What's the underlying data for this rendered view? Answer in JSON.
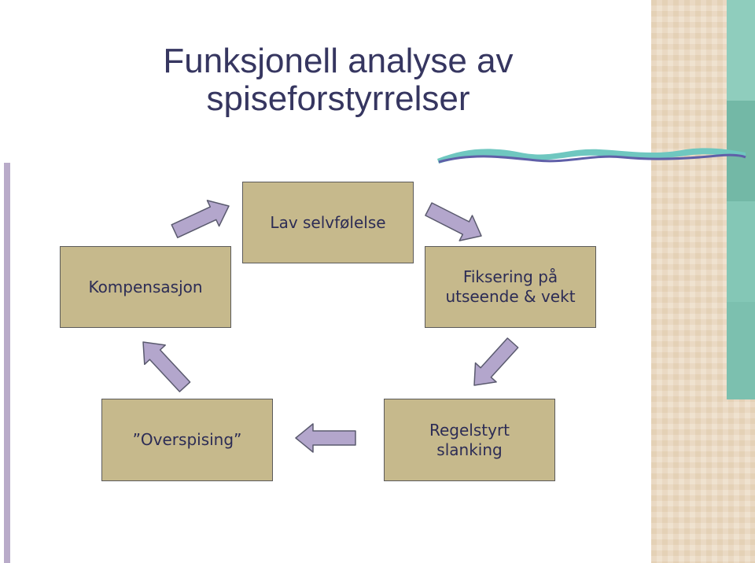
{
  "slide": {
    "title_lines": [
      "Funksjonell analyse av",
      "spiseforstyrrelser"
    ]
  },
  "cycle": {
    "nodes": [
      {
        "id": "lav-selvfolelse",
        "lines": [
          "Lav selvfølelse"
        ]
      },
      {
        "id": "fiksering",
        "lines": [
          "Fiksering på",
          "utseende & vekt"
        ]
      },
      {
        "id": "regelstyrt-slanking",
        "lines": [
          "Regelstyrt",
          "slanking"
        ]
      },
      {
        "id": "overspising",
        "lines": [
          "”Overspising”"
        ]
      },
      {
        "id": "kompensasjon",
        "lines": [
          "Kompensasjon"
        ]
      }
    ]
  },
  "colors": {
    "box_fill": "#c6b98c",
    "box_border": "#5b5a5a",
    "arrow_fill": "#b3a6cc",
    "arrow_stroke": "#5a5a6e",
    "title_text": "#363660",
    "teal": "#7fc4b3",
    "parchment": "#ead9c3"
  }
}
